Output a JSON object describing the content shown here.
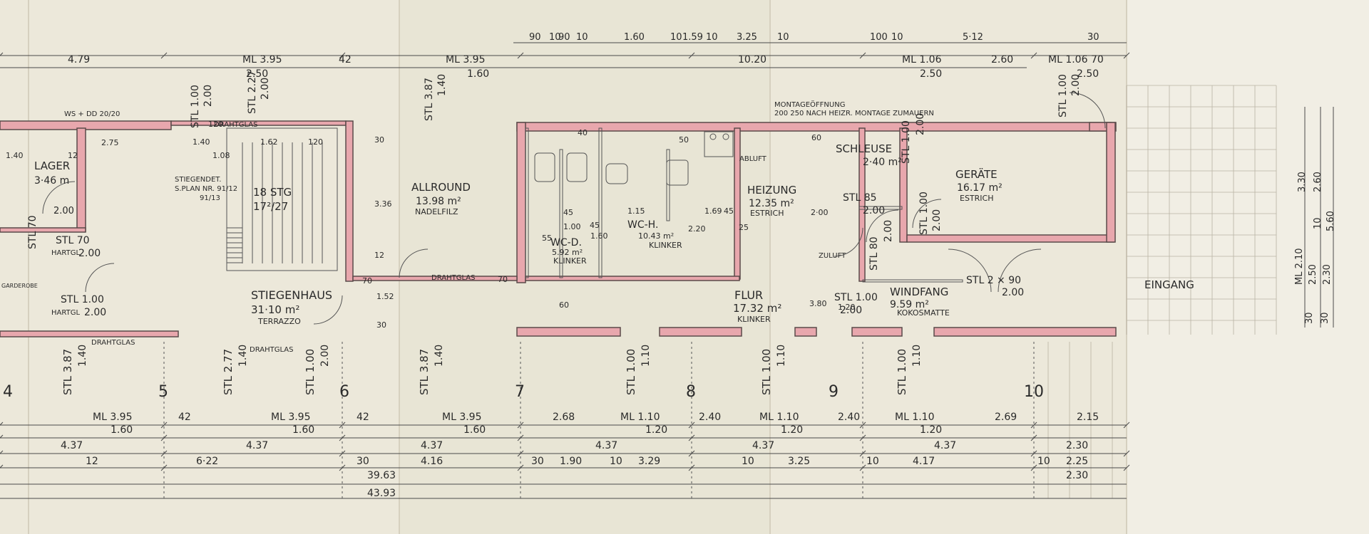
{
  "colors": {
    "paper": "#ece8da",
    "wall": "#e8a7ad",
    "ink": "#2a2a2a"
  },
  "axes": [
    "4",
    "5",
    "6",
    "7",
    "8",
    "9",
    "10"
  ],
  "rooms": {
    "lager": {
      "name": "LAGER",
      "area": "3·46 m"
    },
    "stg": {
      "name": "18 STG",
      "sub": "17²/27"
    },
    "allround": {
      "name": "ALLROUND",
      "area": "13.98 m²",
      "floor": "NADELFILZ"
    },
    "wcd": {
      "name": "WC-D.",
      "area": "5.92 m²",
      "floor": "KLINKER"
    },
    "wch": {
      "name": "WC-H.",
      "area": "10.43 m²",
      "floor": "KLINKER"
    },
    "heizung": {
      "name": "HEIZUNG",
      "area": "12.35 m²",
      "floor": "ESTRICH"
    },
    "schleuse": {
      "name": "SCHLEUSE",
      "area": "2·40 m²"
    },
    "geraete": {
      "name": "GERÄTE",
      "area": "16.17 m²",
      "floor": "ESTRICH"
    },
    "stiegenhaus": {
      "name": "STIEGENHAUS",
      "area": "31·10 m²",
      "floor": "TERRAZZO"
    },
    "flur": {
      "name": "FLUR",
      "area": "17.32 m²",
      "floor": "KLINKER"
    },
    "windfang": {
      "name": "WINDFANG",
      "area": "9.59 m²",
      "floor": "KOKOSMATTE"
    },
    "eingang": {
      "name": "EINGANG"
    }
  },
  "notes": {
    "ws": "WS + DD 20/20",
    "stiegendet1": "STIEGENDET.",
    "stiegendet2": "S.PLAN NR. 91/12",
    "stiegendet3": "91/13",
    "montage1": "MONTAGEÖFFNUNG",
    "montage2": "200 250  NACH HEIZR. MONTAGE ZUMAUERN",
    "abluft": "ABLUFT",
    "zuluft": "ZULUFT",
    "hartgl": "HARTGL",
    "garderobe": "GARDEROBE",
    "drahtglas": "DRAHTGLAS"
  },
  "openings": {
    "stl_lager": "STL 70",
    "stl_lager_h": "2.00",
    "stl70b": "STL 70",
    "stl70b_h": "2.00",
    "stl100a": "STL 1.00",
    "stl100a_h": "2.00",
    "stl_stg_top": "STL 1.00",
    "stl_stg_top_h": "2.00",
    "stl227": "STL 2.27",
    "stl227_h": "2.00",
    "stl387_top": "STL 3.87",
    "stl387_top_h": "1.40",
    "stl85": "STL 85",
    "stl85_h": "2.00",
    "stl80": "STL 80",
    "stl80_h": "2.00",
    "stl100_schl": "STL 1.00",
    "stl100_schl_h": "2.00",
    "stl_windfang": "STL 2 × 90",
    "stl_windfang_h": "2.00",
    "stl100_wind": "STL 1.00",
    "stl100_wind_h": "2.00",
    "stl100_ger": "STL 1.00",
    "stl100_ger_h": "2.00",
    "stl100_e": "STL 1.00",
    "stl100_e_h": "2.00"
  },
  "bottom_openings": [
    {
      "label": "STL 3.87",
      "h": "1.40"
    },
    {
      "label": "STL 2.77",
      "h": "1.40"
    },
    {
      "label": "STL 1.00",
      "h": "2.00"
    },
    {
      "label": "STL 3.87",
      "h": "1.40"
    },
    {
      "label": "STL 1.00",
      "h": "1.10"
    },
    {
      "label": "STL 1.00",
      "h": "1.10"
    },
    {
      "label": "STL 1.00",
      "h": "1.10"
    }
  ],
  "top_dims": {
    "row1": [
      "90",
      "10",
      "90",
      "10",
      "1.60",
      "10",
      "1.59",
      "10",
      "3.25",
      "10",
      "100",
      "10",
      "5·12",
      "30"
    ],
    "row2": [
      "4.79",
      "ML 3.95",
      "42",
      "ML 3.95",
      "10.20",
      "ML 1.06",
      "2.60",
      "ML 1.06",
      "70"
    ],
    "row3": [
      "2.50",
      "1.60",
      "2.50",
      "2.50"
    ]
  },
  "bottom_dims": {
    "row1": [
      "ML 3.95",
      "42",
      "ML 3.95",
      "42",
      "ML 3.95",
      "2.68",
      "ML 1.10",
      "2.40",
      "ML 1.10",
      "2.40",
      "ML 1.10",
      "2.69",
      "2.15"
    ],
    "row2": [
      "1.60",
      "1.60",
      "1.60",
      "1.20",
      "1.20",
      "1.20"
    ],
    "row3": [
      "4.37",
      "4.37",
      "4.37",
      "4.37",
      "4.37",
      "4.37",
      "2.30"
    ],
    "row4": [
      "12",
      "6·22",
      "30",
      "4.16",
      "30",
      "1.90",
      "10",
      "3.29",
      "10",
      "3.25",
      "10",
      "4.17",
      "10",
      "2.25"
    ],
    "total1": "39.63",
    "total2": "43.93",
    "end": "2.30"
  },
  "right_dims": [
    "3.30",
    "2.60",
    "10",
    "5.60",
    "ML 2.10",
    "2.50",
    "2.30",
    "30",
    "30"
  ],
  "inner_dims": [
    "1.40",
    "12",
    "2.75",
    "1.08",
    "1.40",
    "120",
    "1.62",
    "120",
    "30",
    "3.36",
    "12",
    "70",
    "70",
    "1.52",
    "30",
    "40",
    "50",
    "1.15",
    "1.69",
    "45",
    "2.20",
    "1.00",
    "45",
    "55",
    "1.60",
    "45",
    "25",
    "60",
    "2·00",
    "3.80",
    "1.20",
    "60",
    "1.20"
  ]
}
